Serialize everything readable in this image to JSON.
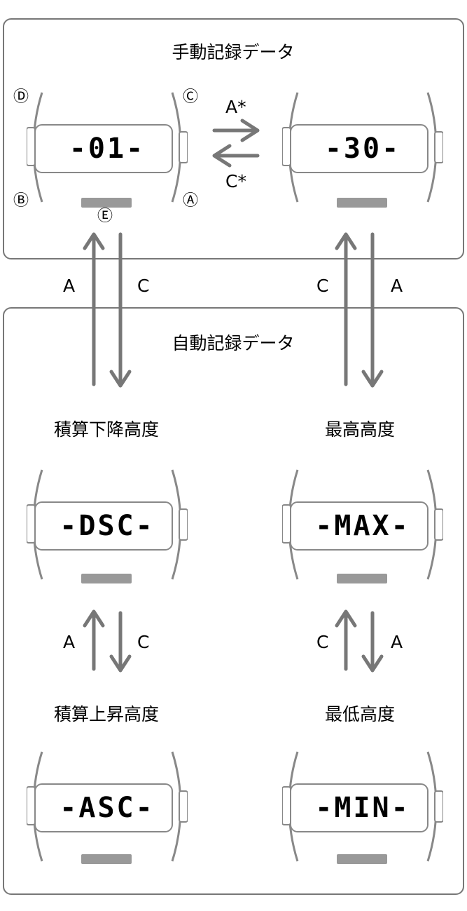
{
  "manual_section": {
    "title": "手動記録データ",
    "display_left": "-01-",
    "display_right": "-30-",
    "arrow_right_label": "A*",
    "arrow_left_label": "C*",
    "buttons": {
      "d": "Ⓓ",
      "c": "Ⓒ",
      "b": "Ⓑ",
      "a": "Ⓐ",
      "e": "Ⓔ"
    }
  },
  "auto_section": {
    "title": "自動記録データ",
    "left_column": {
      "top_label": "積算下降高度",
      "top_display": "-DSC-",
      "bottom_label": "積算上昇高度",
      "bottom_display": "-ASC-",
      "arrow_up": "A",
      "arrow_down": "C"
    },
    "right_column": {
      "top_label": "最高高度",
      "top_display": "-MAX-",
      "bottom_label": "最低高度",
      "bottom_display": "-MIN-",
      "arrow_up": "C",
      "arrow_down": "A"
    }
  },
  "connectors": {
    "left_up": "A",
    "left_down": "C",
    "right_up": "C",
    "right_down": "A"
  },
  "colors": {
    "arrow": "#777777",
    "outline": "#777777",
    "button_bar": "#999999"
  }
}
